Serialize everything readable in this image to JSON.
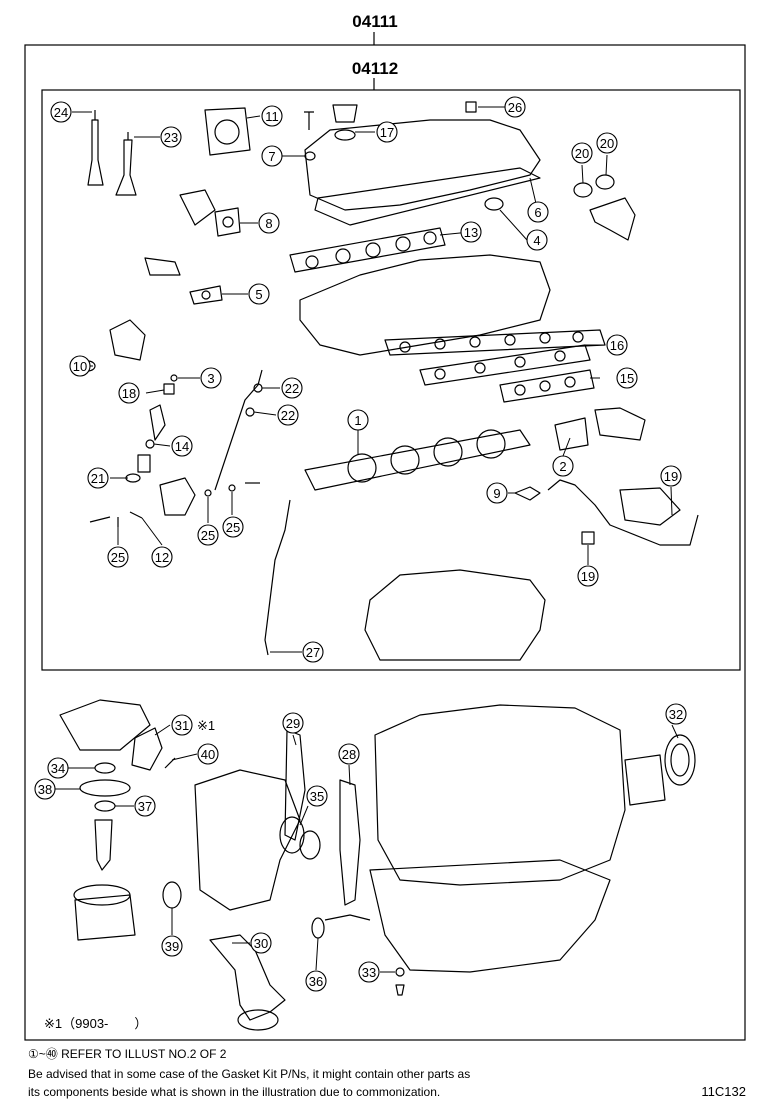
{
  "assembly_code": "04111",
  "subassembly_code": "04112",
  "callouts": [
    "1",
    "2",
    "3",
    "4",
    "5",
    "6",
    "7",
    "8",
    "9",
    "10",
    "11",
    "12",
    "13",
    "14",
    "15",
    "16",
    "17",
    "18",
    "19",
    "20",
    "21",
    "22",
    "23",
    "24",
    "25",
    "26",
    "27",
    "28",
    "29",
    "30",
    "31",
    "32",
    "33",
    "34",
    "35",
    "36",
    "37",
    "38",
    "39",
    "40"
  ],
  "note_mark": "※1",
  "note_text": "※1（9903-　　）",
  "footer": {
    "range_note": "①~㊵ REFER TO ILLUST NO.2 OF 2",
    "advisory_line1": "Be advised that in some case of the Gasket Kit P/Ns,  it might contain other parts as",
    "advisory_line2": "its components beside what is shown in the illustration due to commonization."
  },
  "illustration_id": "11C132"
}
